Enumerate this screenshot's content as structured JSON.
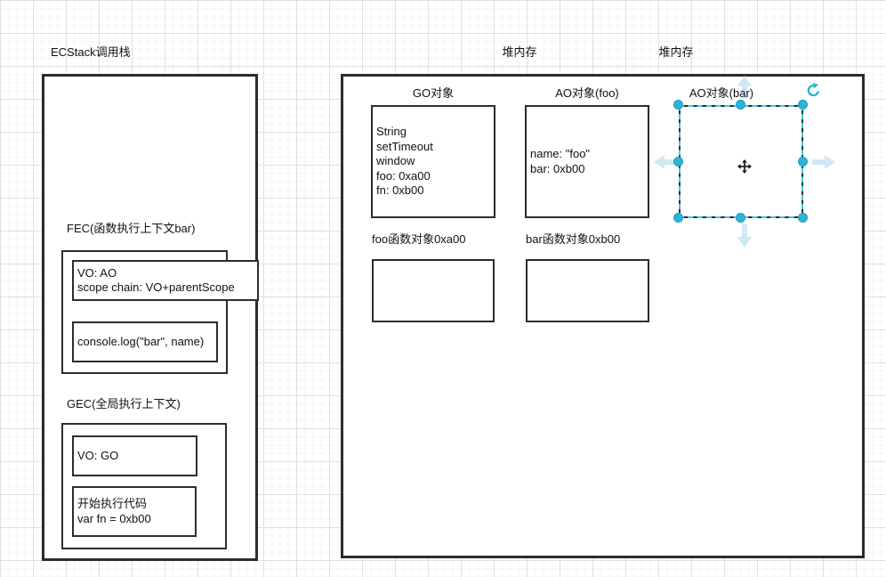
{
  "canvas": {
    "ecstack_title": "ECStack调用栈",
    "heap_title_left": "堆内存",
    "heap_title_right": "堆内存"
  },
  "stack": {
    "fec_label": "FEC(函数执行上下文bar)",
    "vo_ao_line1": "VO: AO",
    "vo_ao_line2": "scope chain: VO+parentScope",
    "console_text": "console.log(\"bar\", name)",
    "gec_label": "GEC(全局执行上下文)",
    "vo_go_text": "VO: GO",
    "exec_line1": "开始执行代码",
    "exec_line2": "var fn = 0xb00"
  },
  "heap": {
    "go_label": "GO对象",
    "go_lines": [
      "String",
      "setTimeout",
      "window",
      "foo: 0xa00",
      "fn: 0xb00"
    ],
    "ao_foo_label": "AO对象(foo)",
    "ao_foo_line1": "name: \"foo\"",
    "ao_foo_line2": "bar: 0xb00",
    "ao_bar_label": "AO对象(bar)",
    "foo_fn_label": "foo函数对象0xa00",
    "bar_fn_label": "bar函数对象0xb00"
  },
  "selection": {
    "handle_color": "#2cb5d6",
    "dash_color": "#41c8e3",
    "nav_arrow_color": "#cfe9f4",
    "stroke_color": "#2d2d2d"
  }
}
